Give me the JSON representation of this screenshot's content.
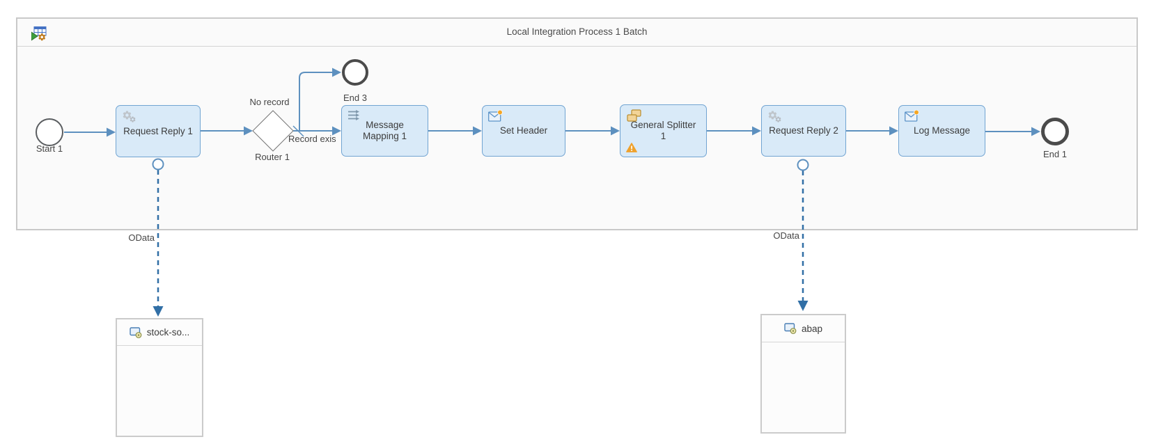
{
  "process": {
    "title": "Local Integration Process 1 Batch",
    "nodes": {
      "start1": "Start 1",
      "request_reply_1": "Request Reply 1",
      "router1": "Router 1",
      "end3": "End 3",
      "message_mapping_1": "Message Mapping 1",
      "set_header": "Set Header",
      "general_splitter_1": "General Splitter 1",
      "request_reply_2": "Request Reply 2",
      "log_message": "Log Message",
      "end1": "End 1"
    },
    "edge_labels": {
      "no_record": "No record",
      "record_exists": "Record exis"
    }
  },
  "connections": {
    "request_reply_1": {
      "protocol": "OData"
    },
    "request_reply_2": {
      "protocol": "OData"
    }
  },
  "participants": {
    "stock": "stock-so...",
    "abap": "abap"
  },
  "icons": {
    "header": "process-table-icon",
    "request_reply": "gear-icon",
    "message_mapping": "mapping-icon",
    "content_modifier": "message-envelope-icon",
    "splitter": "split-documents-icon",
    "warning": "warning-icon",
    "participant": "system-monitor-icon"
  },
  "colors": {
    "task_fill": "#d9eaf8",
    "task_border": "#71a4d2",
    "sequence_flow": "#5d90bf",
    "message_flow": "#316fa6",
    "event_border": "#4b4b4b",
    "warning": "#efa12c"
  }
}
